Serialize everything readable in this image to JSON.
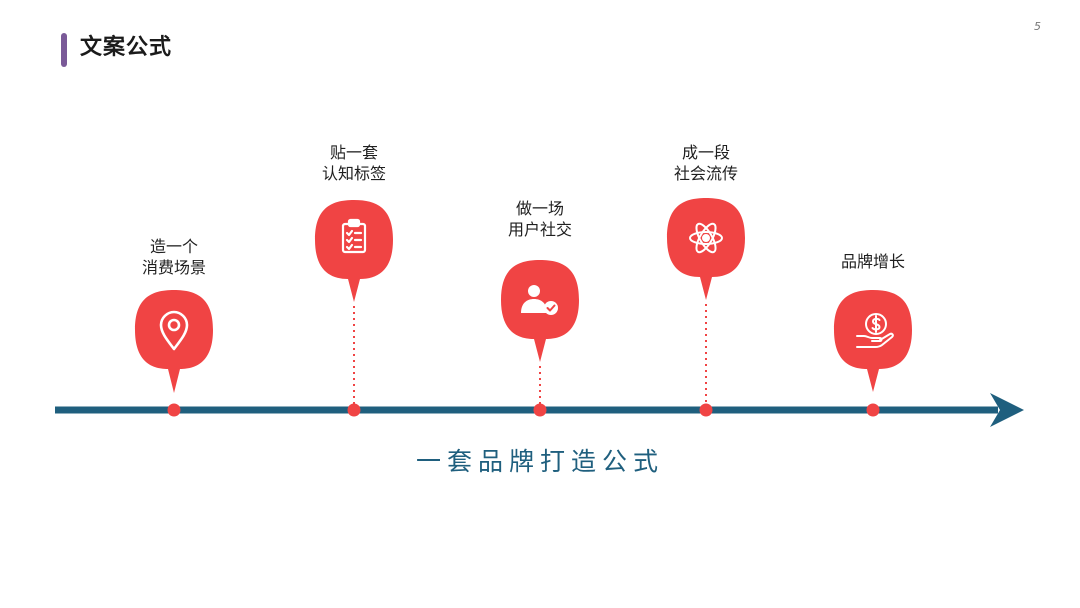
{
  "header": {
    "title": "文案公式",
    "page_number": "5"
  },
  "colors": {
    "accent": "#f04444",
    "axis": "#1f5f7e",
    "title_bar": "#7a5a98"
  },
  "steps": [
    {
      "line1": "造一个",
      "line2": "消费场景",
      "icon": "location-pin-icon"
    },
    {
      "line1": "贴一套",
      "line2": "认知标签",
      "icon": "clipboard-checklist-icon"
    },
    {
      "line1": "做一场",
      "line2": "用户社交",
      "icon": "user-check-icon"
    },
    {
      "line1": "成一段",
      "line2": "社会流传",
      "icon": "atom-icon"
    },
    {
      "line1": "品牌增长",
      "line2": "",
      "icon": "hand-dollar-coin-icon"
    }
  ],
  "axis_caption": "一套品牌打造公式"
}
